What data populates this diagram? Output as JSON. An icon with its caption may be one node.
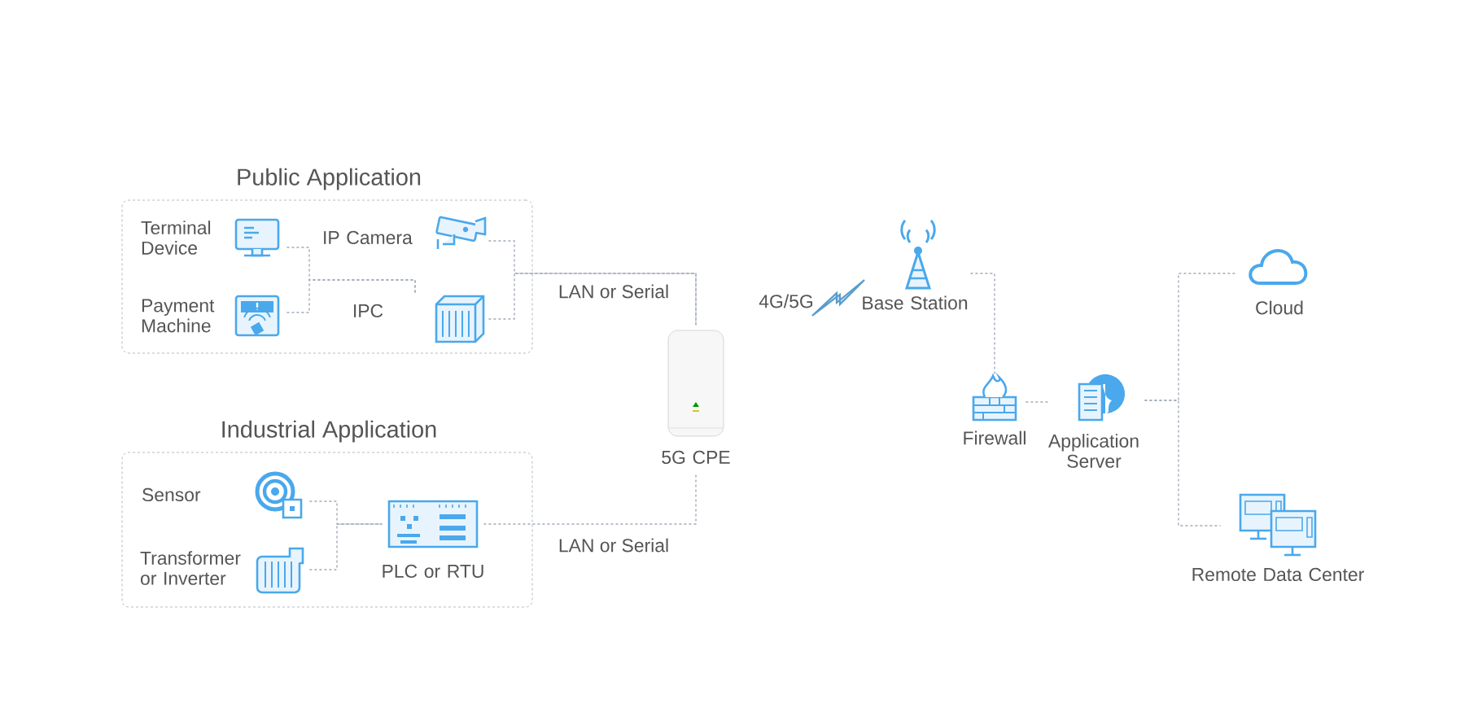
{
  "diagram": {
    "nodes": [
      {
        "text": [
          "Public Application"
        ]
      },
      {
        "text": [
          "Terminal Device"
        ],
        "in": 0
      },
      {
        "text": [
          "Payment Machine"
        ],
        "in": 0
      },
      {
        "text": [
          "IP Camera"
        ],
        "in": 0
      },
      {
        "text": [
          "IPC"
        ],
        "in": 0
      },
      {
        "text": [
          "Industrial Application"
        ]
      },
      {
        "text": [
          "Sensor"
        ],
        "in": 5
      },
      {
        "text": [
          "Transformer or Inverter"
        ],
        "in": 5
      },
      {
        "text": [
          "PLC or RTU"
        ],
        "in": 5
      },
      {
        "text": [
          "5G CPE"
        ]
      },
      {
        "text": [
          "Base Station"
        ]
      },
      {
        "text": [
          "Firewall"
        ]
      },
      {
        "text": [
          "Application Server"
        ]
      },
      {
        "text": [
          "Cloud"
        ]
      },
      {
        "text": [
          "Remote Data Center"
        ]
      }
    ],
    "edges": [
      {
        "from": 1,
        "to": 4,
        "arrow": "none",
        "style": "dashed"
      },
      {
        "from": 2,
        "to": 4,
        "arrow": "none",
        "style": "dashed"
      },
      {
        "from": 3,
        "to": 9,
        "arrow": "none",
        "style": "dashed"
      },
      {
        "from": 4,
        "to": 9,
        "arrow": "none",
        "style": "dashed",
        "label": "LAN or Serial"
      },
      {
        "from": 6,
        "to": 8,
        "arrow": "none",
        "style": "dashed"
      },
      {
        "from": 7,
        "to": 8,
        "arrow": "none",
        "style": "dashed"
      },
      {
        "from": 8,
        "to": 9,
        "arrow": "none",
        "style": "dashed",
        "label": "LAN or Serial"
      },
      {
        "from": 10,
        "to": 11,
        "arrow": "none",
        "style": "dashed"
      },
      {
        "from": 11,
        "to": 12,
        "arrow": "none",
        "style": "dashed"
      },
      {
        "from": 12,
        "to": 13,
        "arrow": "none",
        "style": "dashed"
      },
      {
        "from": 12,
        "to": 14,
        "arrow": "none",
        "style": "dashed"
      }
    ],
    "labels": [
      "4G/5G"
    ]
  }
}
